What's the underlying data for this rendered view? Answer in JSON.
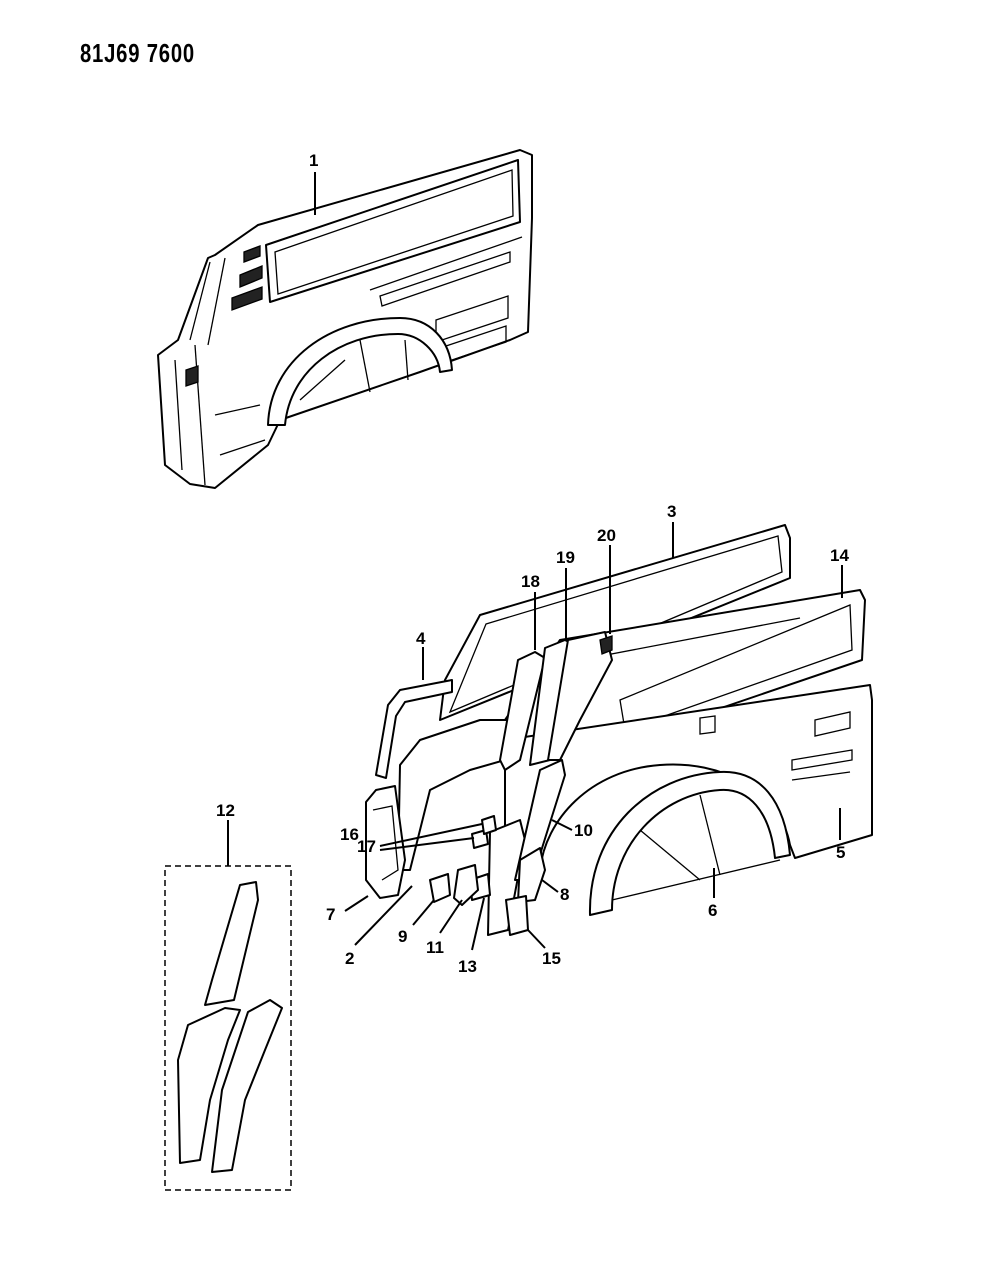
{
  "document_id": "81J69 7600",
  "callouts": [
    {
      "id": "1",
      "label": "1"
    },
    {
      "id": "2",
      "label": "2"
    },
    {
      "id": "3",
      "label": "3"
    },
    {
      "id": "4",
      "label": "4"
    },
    {
      "id": "5",
      "label": "5"
    },
    {
      "id": "6",
      "label": "6"
    },
    {
      "id": "7",
      "label": "7"
    },
    {
      "id": "8",
      "label": "8"
    },
    {
      "id": "9",
      "label": "9"
    },
    {
      "id": "10",
      "label": "10"
    },
    {
      "id": "11",
      "label": "11"
    },
    {
      "id": "12",
      "label": "12"
    },
    {
      "id": "13",
      "label": "13"
    },
    {
      "id": "14",
      "label": "14"
    },
    {
      "id": "15",
      "label": "15"
    },
    {
      "id": "16",
      "label": "16"
    },
    {
      "id": "17",
      "label": "17"
    },
    {
      "id": "18",
      "label": "18"
    },
    {
      "id": "19",
      "label": "19"
    },
    {
      "id": "20",
      "label": "20"
    }
  ]
}
